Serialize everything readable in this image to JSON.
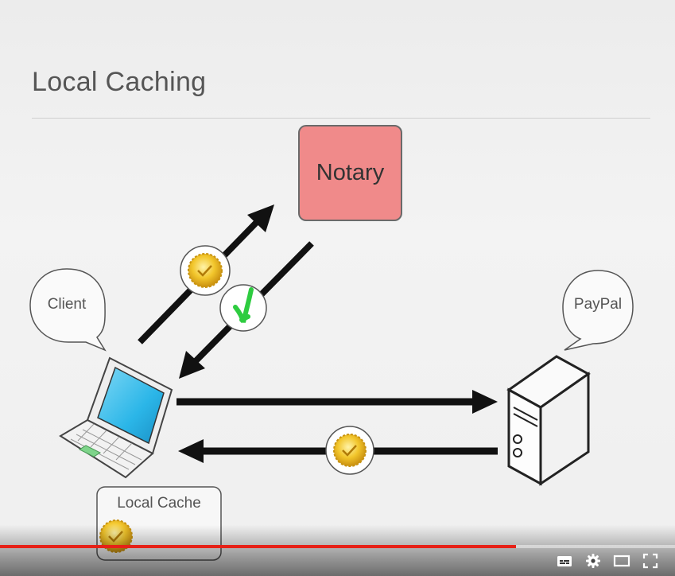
{
  "slide": {
    "title": "Local Caching"
  },
  "diagram": {
    "notary_label": "Notary",
    "client_bubble": "Client",
    "server_bubble": "PayPal",
    "cache_label": "Local Cache",
    "colors": {
      "notary_fill": "#f08a8a",
      "seal_gold": "#e8b820",
      "checkmark_green": "#2ecc40",
      "laptop_screen": "#2bb6e8"
    }
  },
  "player": {
    "progress_fraction": 0.765,
    "progress_color": "#e62117",
    "controls": [
      "subtitles-icon",
      "settings-icon",
      "theater-mode-icon",
      "fullscreen-icon"
    ]
  }
}
